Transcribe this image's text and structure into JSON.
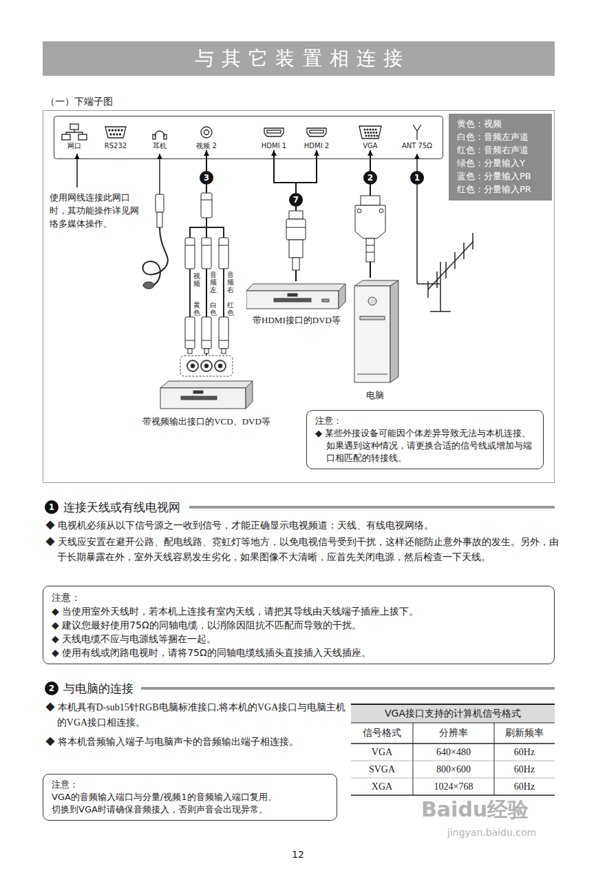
{
  "diagram": {
    "title": "与其它装置相连接",
    "nodes": [
      {
        "text": [
          "网口"
        ]
      },
      {
        "text": [
          "RS232"
        ]
      },
      {
        "text": [
          "耳机"
        ]
      },
      {
        "text": [
          "视频 2"
        ]
      },
      {
        "text": [
          "HDMI 1"
        ]
      },
      {
        "text": [
          "HDMI 2"
        ]
      },
      {
        "text": [
          "VGA"
        ]
      },
      {
        "text": [
          "ANT 75Ω"
        ]
      },
      {
        "text": [
          "带HDMI接口的DVD等"
        ]
      },
      {
        "text": [
          "电脑"
        ]
      },
      {
        "text": [
          "带视频输出接口的VCD、DVD等"
        ]
      },
      {
        "text": [
          "注意：",
          "◆ 某些外接设备可能因个体差异导致无法与本机连接。如果遇到这种情况，请更换合适的信号线或增加与端口相匹配的转接线。"
        ]
      },
      {
        "text": [
          "注意：",
          "◆ 当使用室外天线时，若本机上连接有室内天线，请把其导线由天线端子插座上拔下。",
          "◆ 建议您最好使用75Ω的同轴电缆，以消除因阻抗不匹配而导致的干扰。",
          "◆ 天线电缆不应与电源线等捆在一起。",
          "◆ 使用有线或闭路电视时，请将75Ω的同轴电缆线插头直接插入天线插座。"
        ]
      },
      {
        "text": [
          "注意：",
          "VGA的音频输入端口与分量/视频1的音频输入端口复用。",
          "切换到VGA时请确保音频接入，否则声音会出现异常。"
        ]
      }
    ],
    "edges": [
      {
        "from": 8,
        "to": 4,
        "arrow": "to",
        "label": "7"
      },
      {
        "from": 8,
        "to": 5,
        "arrow": "to"
      },
      {
        "from": 10,
        "to": 3,
        "arrow": "to",
        "label": "3"
      },
      {
        "from": 9,
        "to": 6,
        "arrow": "to",
        "label": "2"
      }
    ],
    "labels": [
      "（一）下端子图",
      "使用网线连接此网口时，其功能操作详见网络多媒体操作。",
      "1",
      "视频",
      "黄色",
      "音频左",
      "白色",
      "音频右",
      "红色",
      "1",
      "连接天线或有线电视网",
      "◆ 电视机必须从以下信号源之一收到信号，才能正确显示电视频道：天线、有线电视网络。",
      "◆ 天线应安置在避开公路、配电线路、霓虹灯等地方，以免电视信号受到干扰，这样还能防止意外事故的发生。另外，由于长期暴露在外，室外天线容易发生劣化，如果图像不大清晰，应首先关闭电源，然后检查一下天线。",
      "2",
      "与电脑的连接",
      "◆ 本机具有D-sub15针RGB电脑标准接口,将本机的VGA接口与电脑主机的VGA接口相连接。",
      "◆ 将本机音频输入端子与电脑声卡的音频输出端子相连接。",
      "VGA接口支持的计算机信号格式",
      "信号格式",
      "分辨率",
      "刷新频率",
      "VGA",
      "640×480",
      "60Hz",
      "SVGA",
      "800×600",
      "60Hz",
      "XGA",
      "1024×768",
      "60Hz",
      "12",
      "Baidu经验",
      "jingyan.baidu.com"
    ],
    "legend": [
      {
        "text": "黄色：视频"
      },
      {
        "text": "白色：音频左声道"
      },
      {
        "text": "红色：音频右声道"
      },
      {
        "text": "绿色：分量输入Y"
      },
      {
        "text": "蓝色：分量输入PB"
      },
      {
        "text": "红色：分量输入PR"
      }
    ]
  }
}
